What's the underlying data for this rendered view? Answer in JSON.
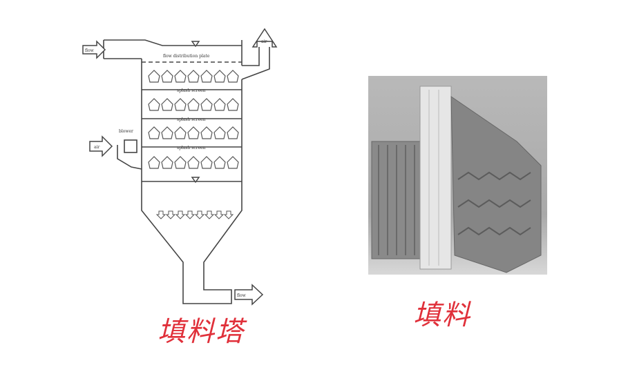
{
  "diagram": {
    "inlet_label": "flow",
    "distribution_label": "flow distribution plate",
    "splash_screens": [
      "splash screen",
      "splash screen",
      "splash screen"
    ],
    "blower_label": "blower",
    "air_in_label": "air",
    "air_out_label": "air",
    "outlet_label": "flow"
  },
  "captions": {
    "tower": "填料塔",
    "packing": "填料"
  }
}
